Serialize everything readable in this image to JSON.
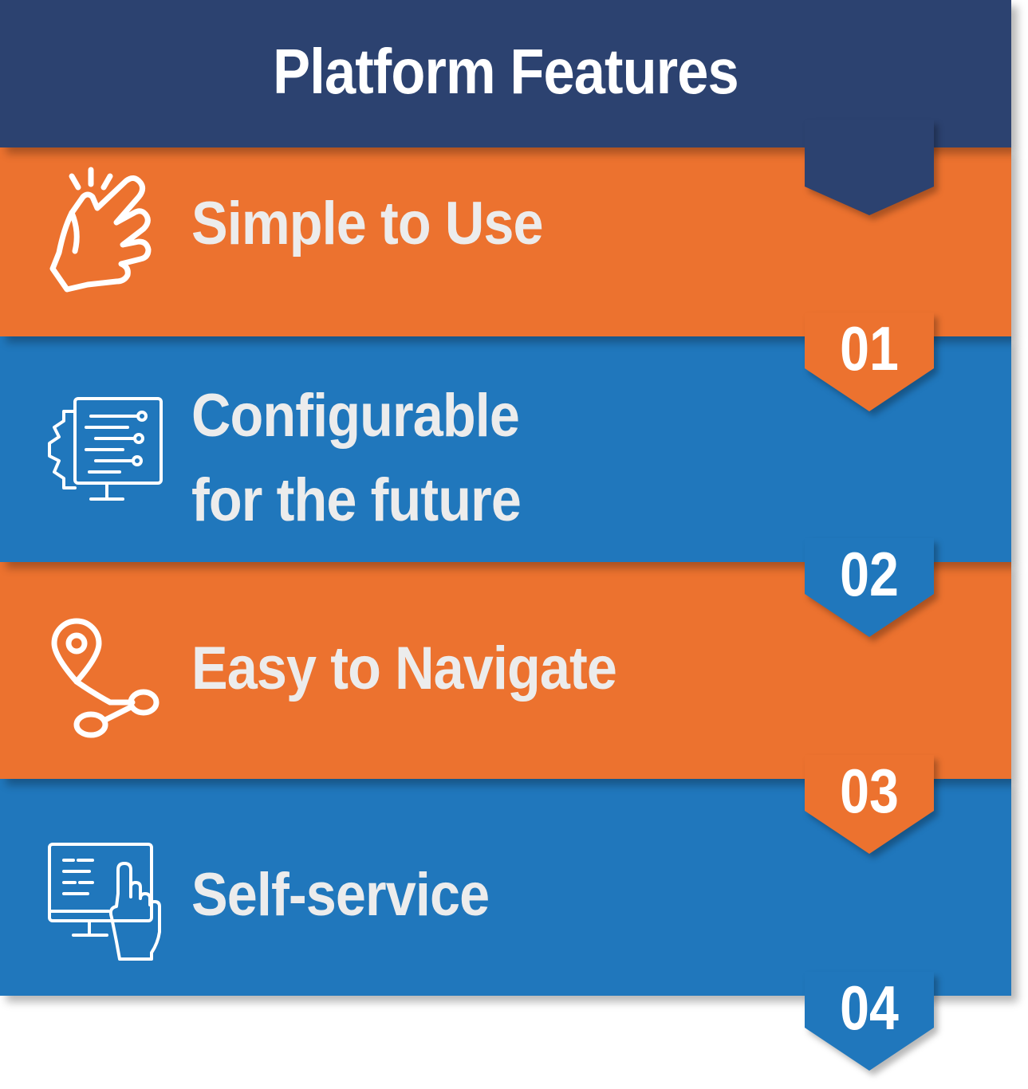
{
  "title": "Platform Features",
  "colors": {
    "navy": "#2c4270",
    "orange": "#ec722f",
    "blue": "#2077bc",
    "text": "#ececec"
  },
  "features": [
    {
      "lines": [
        "Simple to Use"
      ],
      "number": "01",
      "icon": "hand-snap-icon"
    },
    {
      "lines": [
        "Configurable",
        "for the future"
      ],
      "number": "02",
      "icon": "circuit-monitor-icon"
    },
    {
      "lines": [
        "Easy to Navigate"
      ],
      "number": "03",
      "icon": "map-route-icon"
    },
    {
      "lines": [
        "Self-service"
      ],
      "number": "04",
      "icon": "touch-screen-icon"
    }
  ]
}
